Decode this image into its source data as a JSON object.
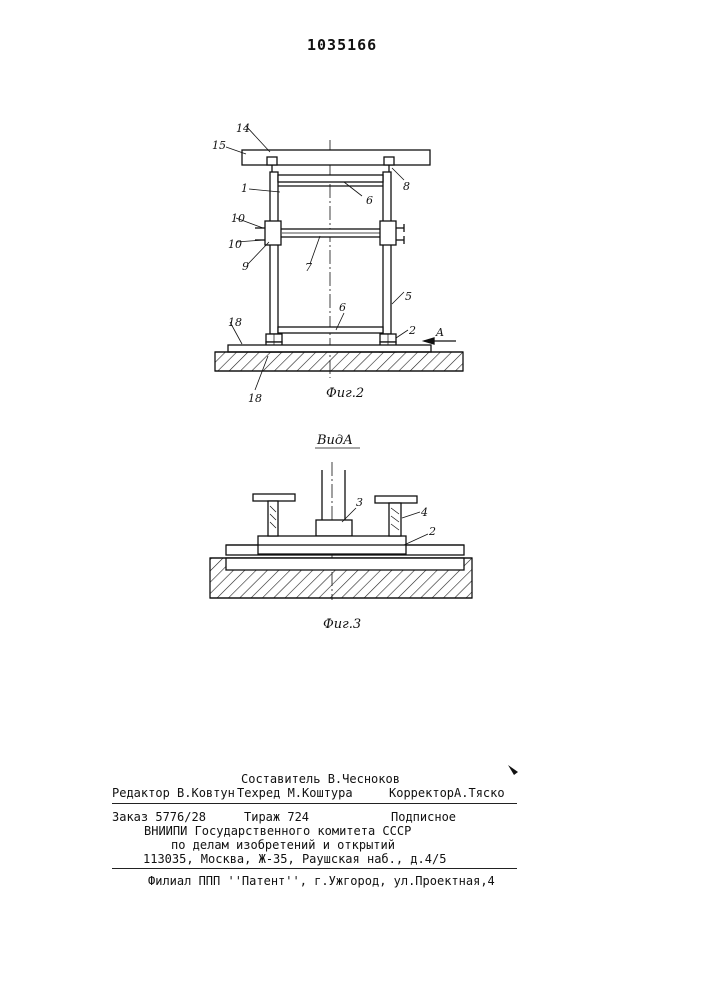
{
  "patent_number": "1035166",
  "figure2": {
    "caption": "Фиг.2",
    "labels": {
      "l14": "14",
      "l15": "15",
      "l1": "1",
      "l8": "8",
      "l6a": "6",
      "l10a": "10",
      "l10b": "10",
      "l9": "9",
      "l7": "7",
      "l5": "5",
      "l6b": "6",
      "l18a": "18",
      "l2": "2",
      "lA": "A",
      "l18b": "18"
    }
  },
  "figure3": {
    "view_label": "ВидА",
    "caption": "Фиг.3",
    "labels": {
      "l3": "3",
      "l4": "4",
      "l2": "2"
    }
  },
  "imprint": {
    "compiler": "Составитель В.Чесноков",
    "editor": "Редактор В.Ковтун",
    "techred": "Техред М.Коштура",
    "corrector": "КорректорА.Тяско",
    "order": "Заказ 5776/28",
    "circulation": "Тираж 724",
    "subscription": "Подписное",
    "org1": "ВНИИПИ Государственного комитета СССР",
    "org2": "по делам изобретений и открытий",
    "address": "113035, Москва, Ж-35, Раушская наб., д.4/5",
    "branch": "Филиал ППП ''Патент'', г.Ужгород, ул.Проектная,4"
  }
}
